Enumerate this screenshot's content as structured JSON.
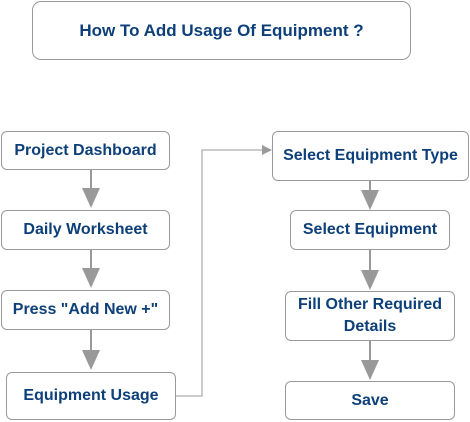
{
  "title": "How To Add Usage Of Equipment ?",
  "colors": {
    "text": "#0d3f78",
    "border": "#9a9a9a",
    "arrow": "#999999"
  },
  "left_steps": [
    "Project Dashboard",
    "Daily Worksheet",
    "Press \"Add New +\"",
    "Equipment Usage"
  ],
  "right_steps": [
    "Select Equipment Type",
    "Select Equipment",
    "Fill Other Required Details",
    "Save"
  ]
}
